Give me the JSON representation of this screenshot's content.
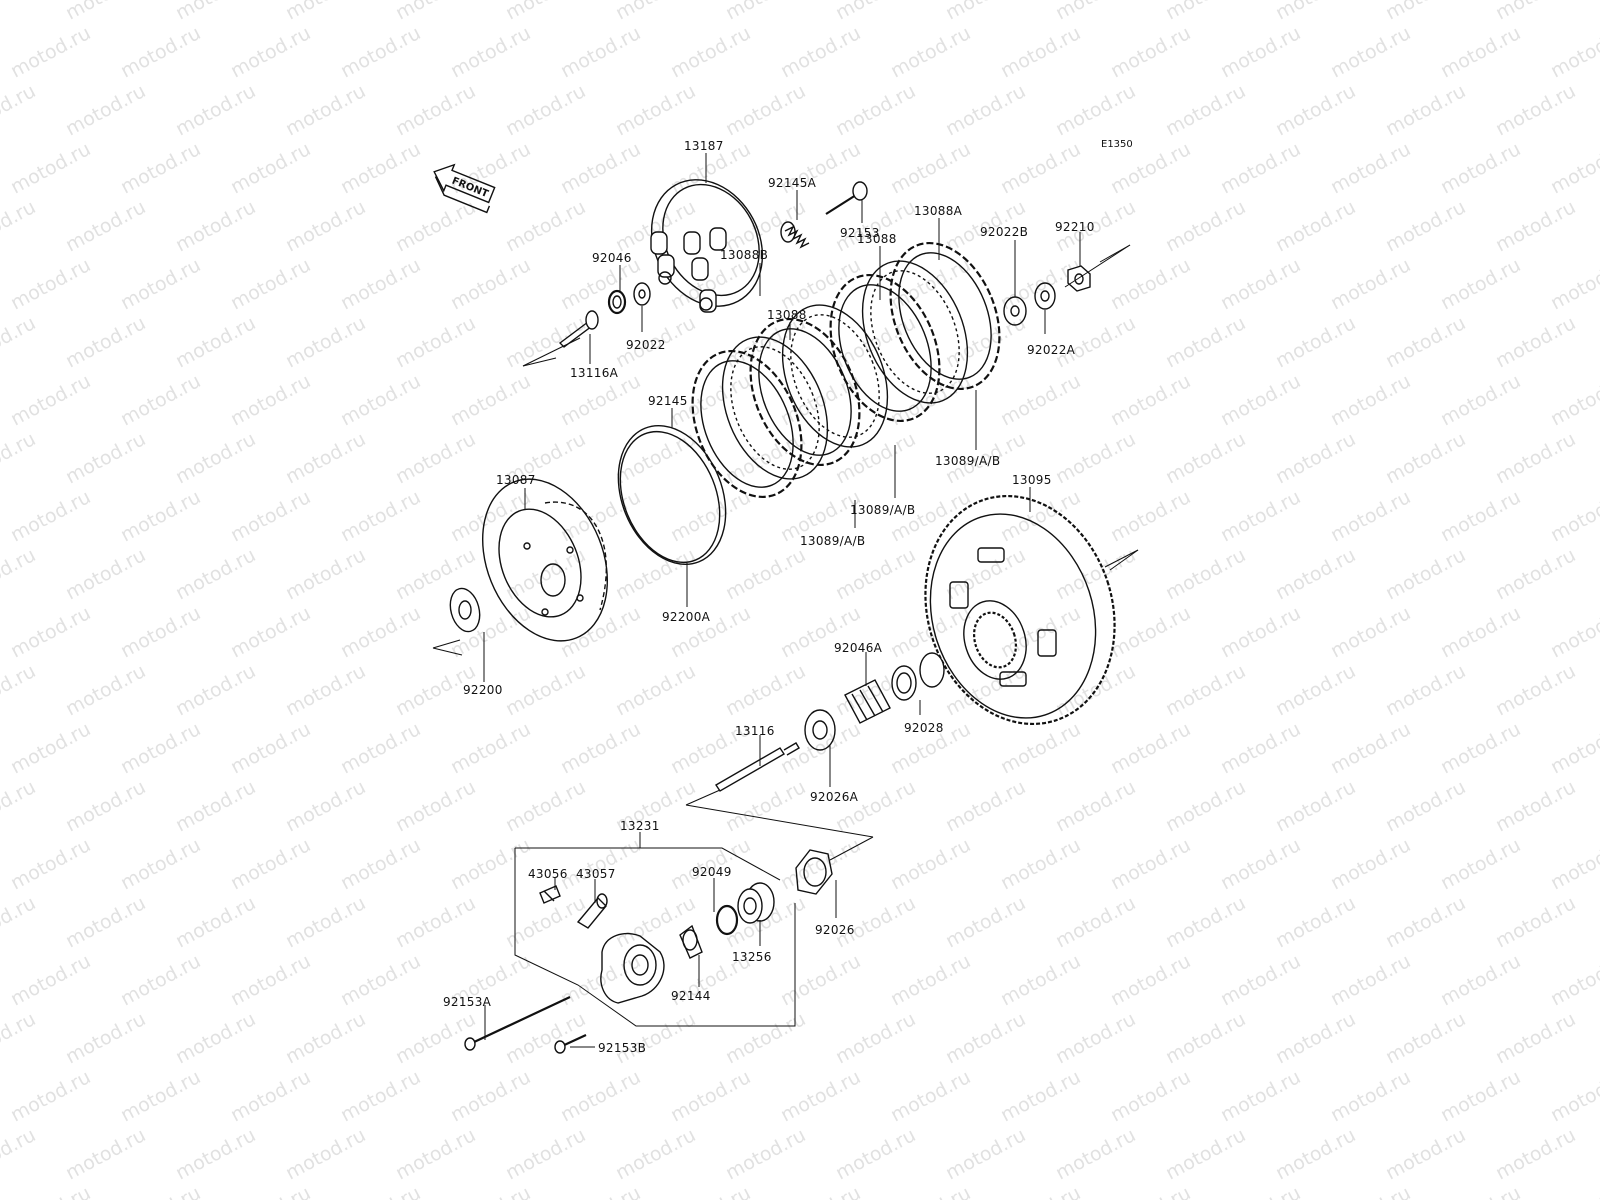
{
  "watermark_text": "motod.ru",
  "diagram_code": "E1350",
  "front_arrow_text": "FRONT",
  "labels": {
    "p13187": "13187",
    "p92145A": "92145A",
    "p92153": "92153",
    "p13088A": "13088A",
    "p92022B": "92022B",
    "p92210": "92210",
    "p92046": "92046",
    "p92022": "92022",
    "p13116A": "13116A",
    "p13088a": "13088",
    "p13088b": "13088",
    "p13088B": "13088B",
    "p92022A": "92022A",
    "p92145": "92145",
    "p13089a": "13089/A/B",
    "p13089b": "13089/A/B",
    "p13089c": "13089/A/B",
    "p13087": "13087",
    "p13095": "13095",
    "p92200A": "92200A",
    "p92200": "92200",
    "p92046A": "92046A",
    "p92028": "92028",
    "p13116": "13116",
    "p92026A": "92026A",
    "p13231": "13231",
    "p43056": "43056",
    "p43057": "43057",
    "p92049": "92049",
    "p92026": "92026",
    "p13256": "13256",
    "p92144": "92144",
    "p92153A": "92153A",
    "p92153B": "92153B"
  }
}
